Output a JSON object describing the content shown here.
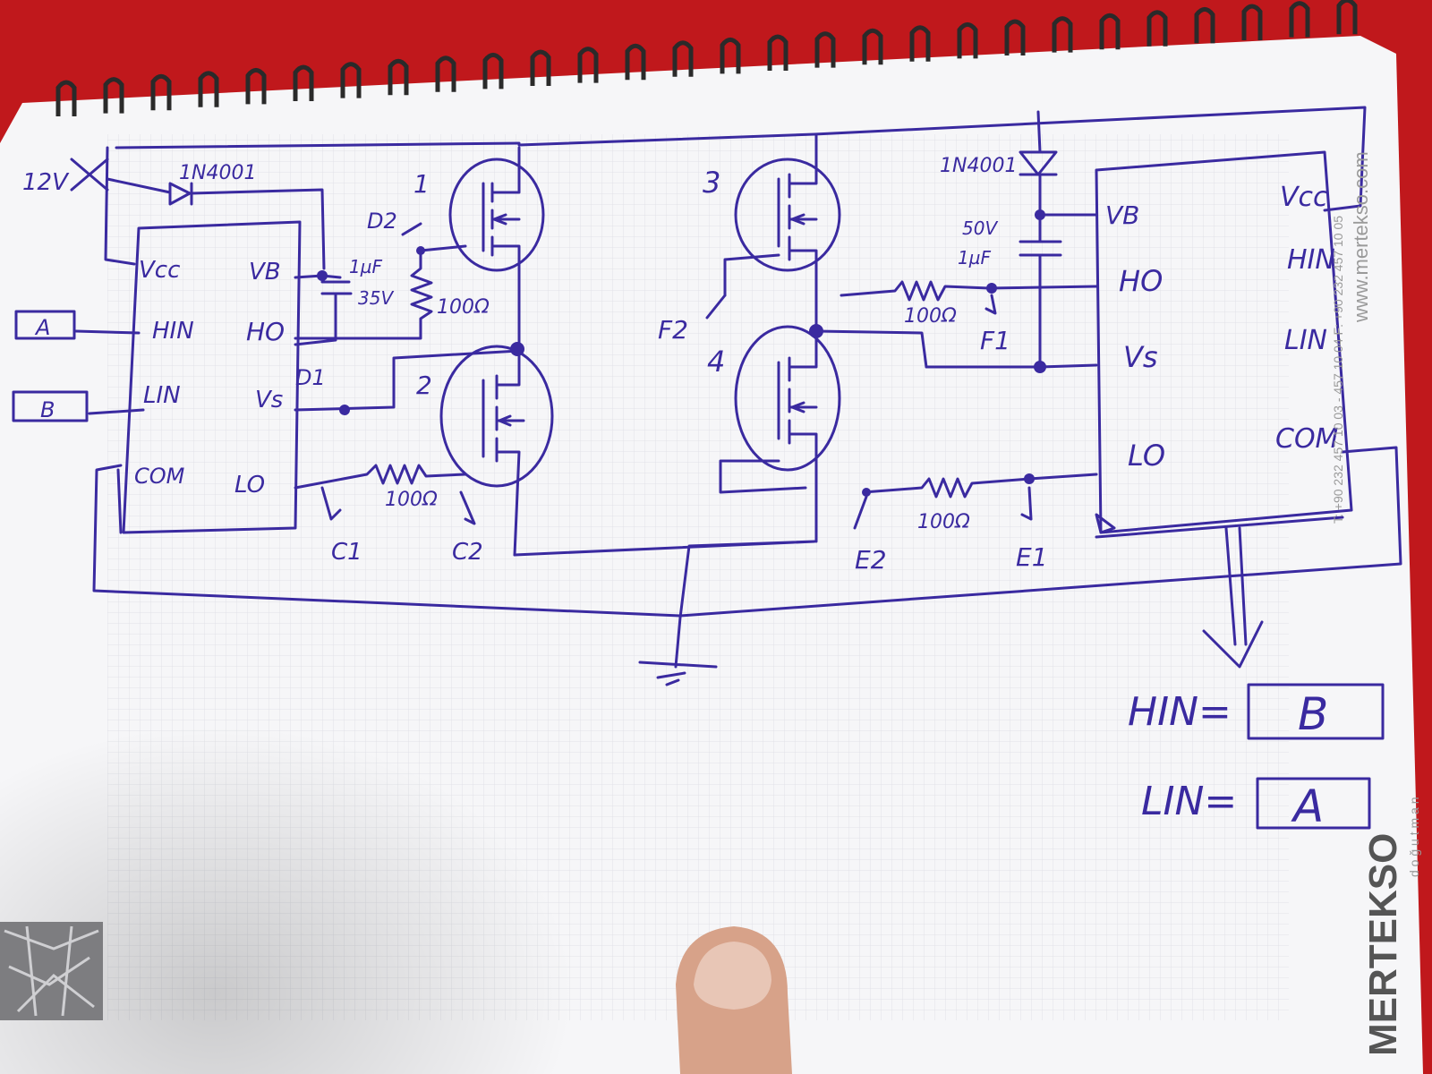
{
  "colors": {
    "desk": "#c0181c",
    "paper": "#f6f6f8",
    "grid": "#dcdde3",
    "ink": "#3a2aa0",
    "print_gray": "#9a9a9a"
  },
  "left_ic": {
    "supply_label": "12V",
    "diode_label": "1N4001",
    "pins_left": [
      "Vcc",
      "HIN",
      "LIN",
      "COM"
    ],
    "pins_right": [
      "VB",
      "HO",
      "Vs",
      "LO"
    ],
    "input_boxes": [
      "A",
      "B"
    ],
    "cap_label_1": "1µF",
    "cap_label_2": "35V",
    "resistor_top": "100Ω",
    "resistor_bottom": "100Ω",
    "labels": [
      "D2",
      "D1",
      "C1",
      "C2"
    ]
  },
  "mosfets": [
    "1",
    "2",
    "3",
    "4"
  ],
  "right_ic": {
    "diode_label": "1N4001",
    "cap_label_1": "50V",
    "cap_label_2": "1µF",
    "pins_left": [
      "VB",
      "HO",
      "Vs",
      "LO"
    ],
    "pins_right": [
      "Vcc",
      "HIN",
      "LIN",
      "COM"
    ],
    "resistor_top": "100Ω",
    "resistor_bottom": "100Ω",
    "labels": [
      "F2",
      "F1",
      "E2",
      "E1"
    ]
  },
  "notes": {
    "hin_label": "HIN=",
    "hin_value": "B",
    "lin_label": "LIN=",
    "lin_value": "A"
  },
  "printed": {
    "website": "www.mertekso.com",
    "phone": "T: +90 232 457 10 03 - 457 10 04  F: +90 232 457 10 05",
    "brand": "MERTEKSO",
    "brand_sub": "d o ğ u t m a n"
  }
}
